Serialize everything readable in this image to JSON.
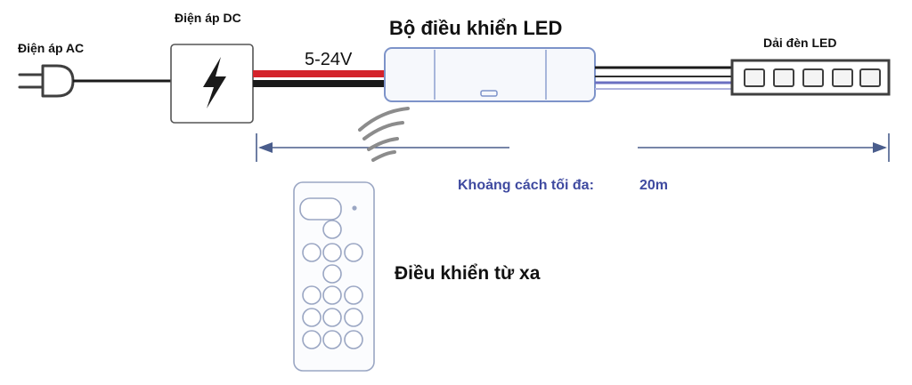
{
  "labels": {
    "ac_voltage": "Điện áp AC",
    "dc_voltage": "Điện áp DC",
    "voltage_range": "5-24V",
    "led_controller": "Bộ điều khiển LED",
    "led_strip": "Dải đèn LED",
    "max_distance_text": "Khoảng cách tối đa:",
    "max_distance_value": "20m",
    "remote_control": "Điều khiển từ xa"
  },
  "colors": {
    "outline": "#3f3f3f",
    "red_wire": "#d4232b",
    "black_wire": "#1a1a1a",
    "blue_wire": "#6b6fc1",
    "dimension_arrow": "#4a5d8c",
    "distance_text": "#3f4aa0",
    "remote_outline": "#9aa6c3",
    "controller_outline": "#7d93c9"
  },
  "icons": {
    "plug": "plug-icon",
    "dc_supply": "lightning-bolt-icon",
    "signal": "wireless-signal-icon"
  }
}
